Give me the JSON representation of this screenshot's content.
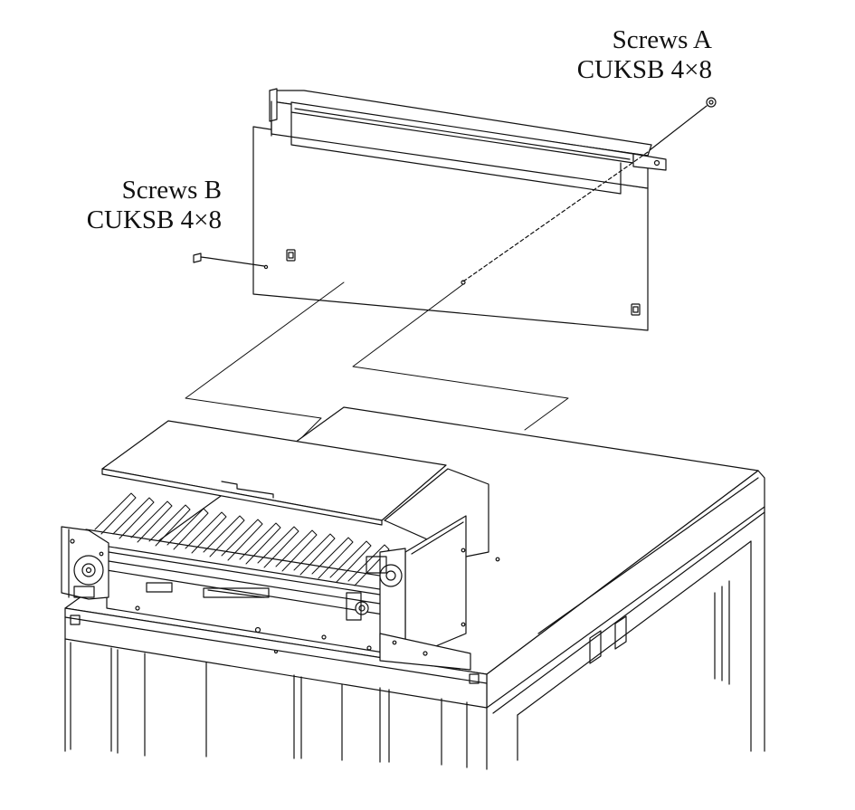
{
  "callouts": {
    "screws_a": {
      "title": "Screws A",
      "spec": "CUKSB 4×8"
    },
    "screws_b": {
      "title": "Screws B",
      "spec": "CUKSB 4×8"
    }
  },
  "colors": {
    "line": "#111111",
    "background": "#ffffff"
  }
}
